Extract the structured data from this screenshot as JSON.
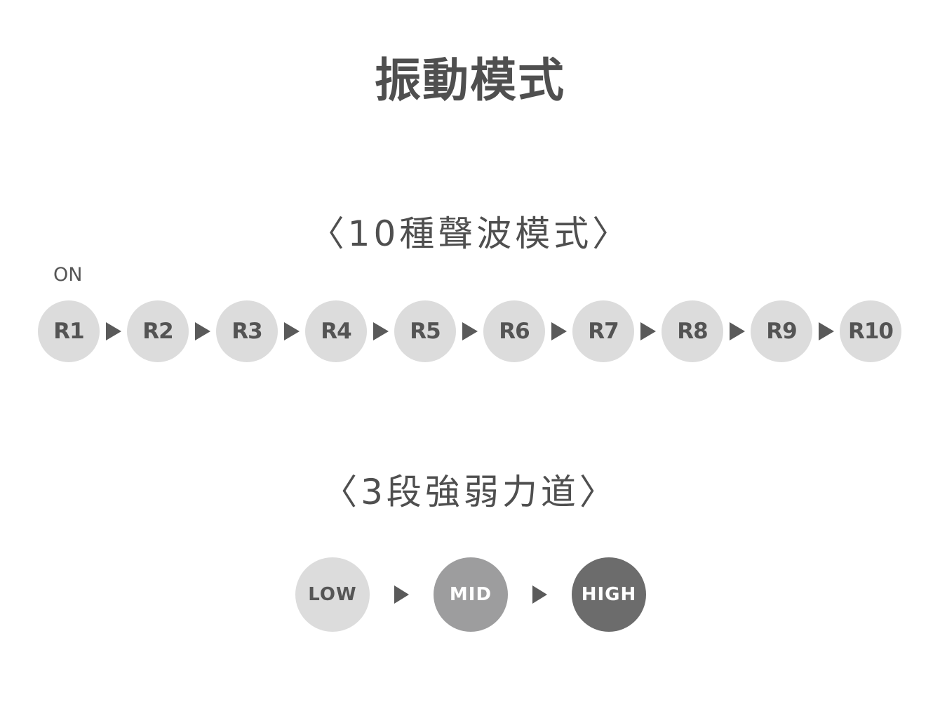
{
  "title": "振動模式",
  "modes_section": {
    "heading": "〈10種聲波模式〉",
    "start_label": "ON",
    "items": [
      "R1",
      "R2",
      "R3",
      "R4",
      "R5",
      "R6",
      "R7",
      "R8",
      "R9",
      "R10"
    ]
  },
  "levels_section": {
    "heading": "〈3段強弱力道〉",
    "items": [
      {
        "label": "LOW",
        "fill": "#dcdcdc",
        "text_color": "#555555"
      },
      {
        "label": "MID",
        "fill": "#9d9d9e",
        "text_color": "#ffffff"
      },
      {
        "label": "HIGH",
        "fill": "#6c6c6c",
        "text_color": "#ffffff"
      }
    ]
  },
  "colors": {
    "arrow": "#5a5a5a",
    "text": "#4f4f4f"
  },
  "icons": {
    "arrow": "triangle-right-icon"
  }
}
